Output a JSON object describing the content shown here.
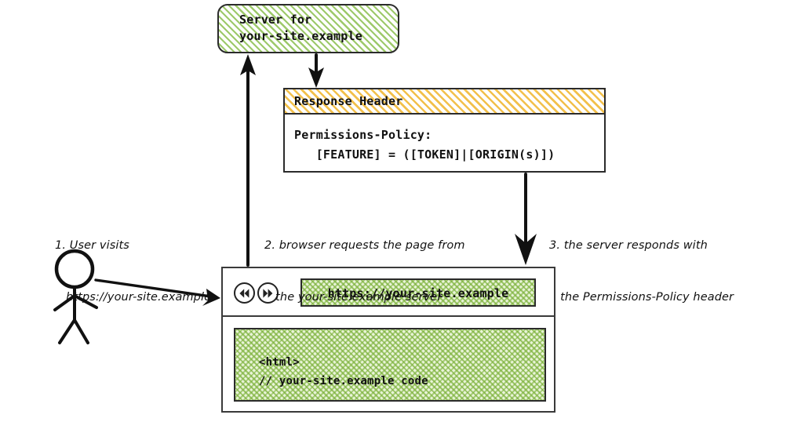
{
  "server": {
    "label_line1": "Server for",
    "label_line2": "your-site.example",
    "fill_color": "#9dc96a"
  },
  "response_header": {
    "title": "Response Header",
    "title_fill_color": "#f2c04b",
    "body_line1": "Permissions-Policy:",
    "body_line2": "   [FEATURE] = ([TOKEN]|[ORIGIN(s)])"
  },
  "browser": {
    "back_icon": "rewind-icon",
    "forward_icon": "fast-forward-icon",
    "url_value": "https://your-site.example",
    "url_fill_color": "#a8d27a",
    "page_code_line1": "<html>",
    "page_code_line2": "// your-site.example code"
  },
  "actor": {
    "icon": "stick-figure-icon"
  },
  "annotations": [
    {
      "id": "note-1",
      "line1": "1. User visits",
      "line2": "   https://your-site.example"
    },
    {
      "id": "note-2",
      "line1": "2. browser requests the page from",
      "line2": "   the your-site.example server"
    },
    {
      "id": "note-3",
      "line1": "3. the server responds with",
      "line2": "   the Permissions-Policy header"
    }
  ],
  "arrows": [
    {
      "name": "arrow-server-to-response-header",
      "direction": "down"
    },
    {
      "name": "arrow-browser-to-server",
      "direction": "up"
    },
    {
      "name": "arrow-response-header-to-browser",
      "direction": "down"
    },
    {
      "name": "arrow-user-to-browser",
      "direction": "right"
    }
  ],
  "stroke_color": "#111111"
}
